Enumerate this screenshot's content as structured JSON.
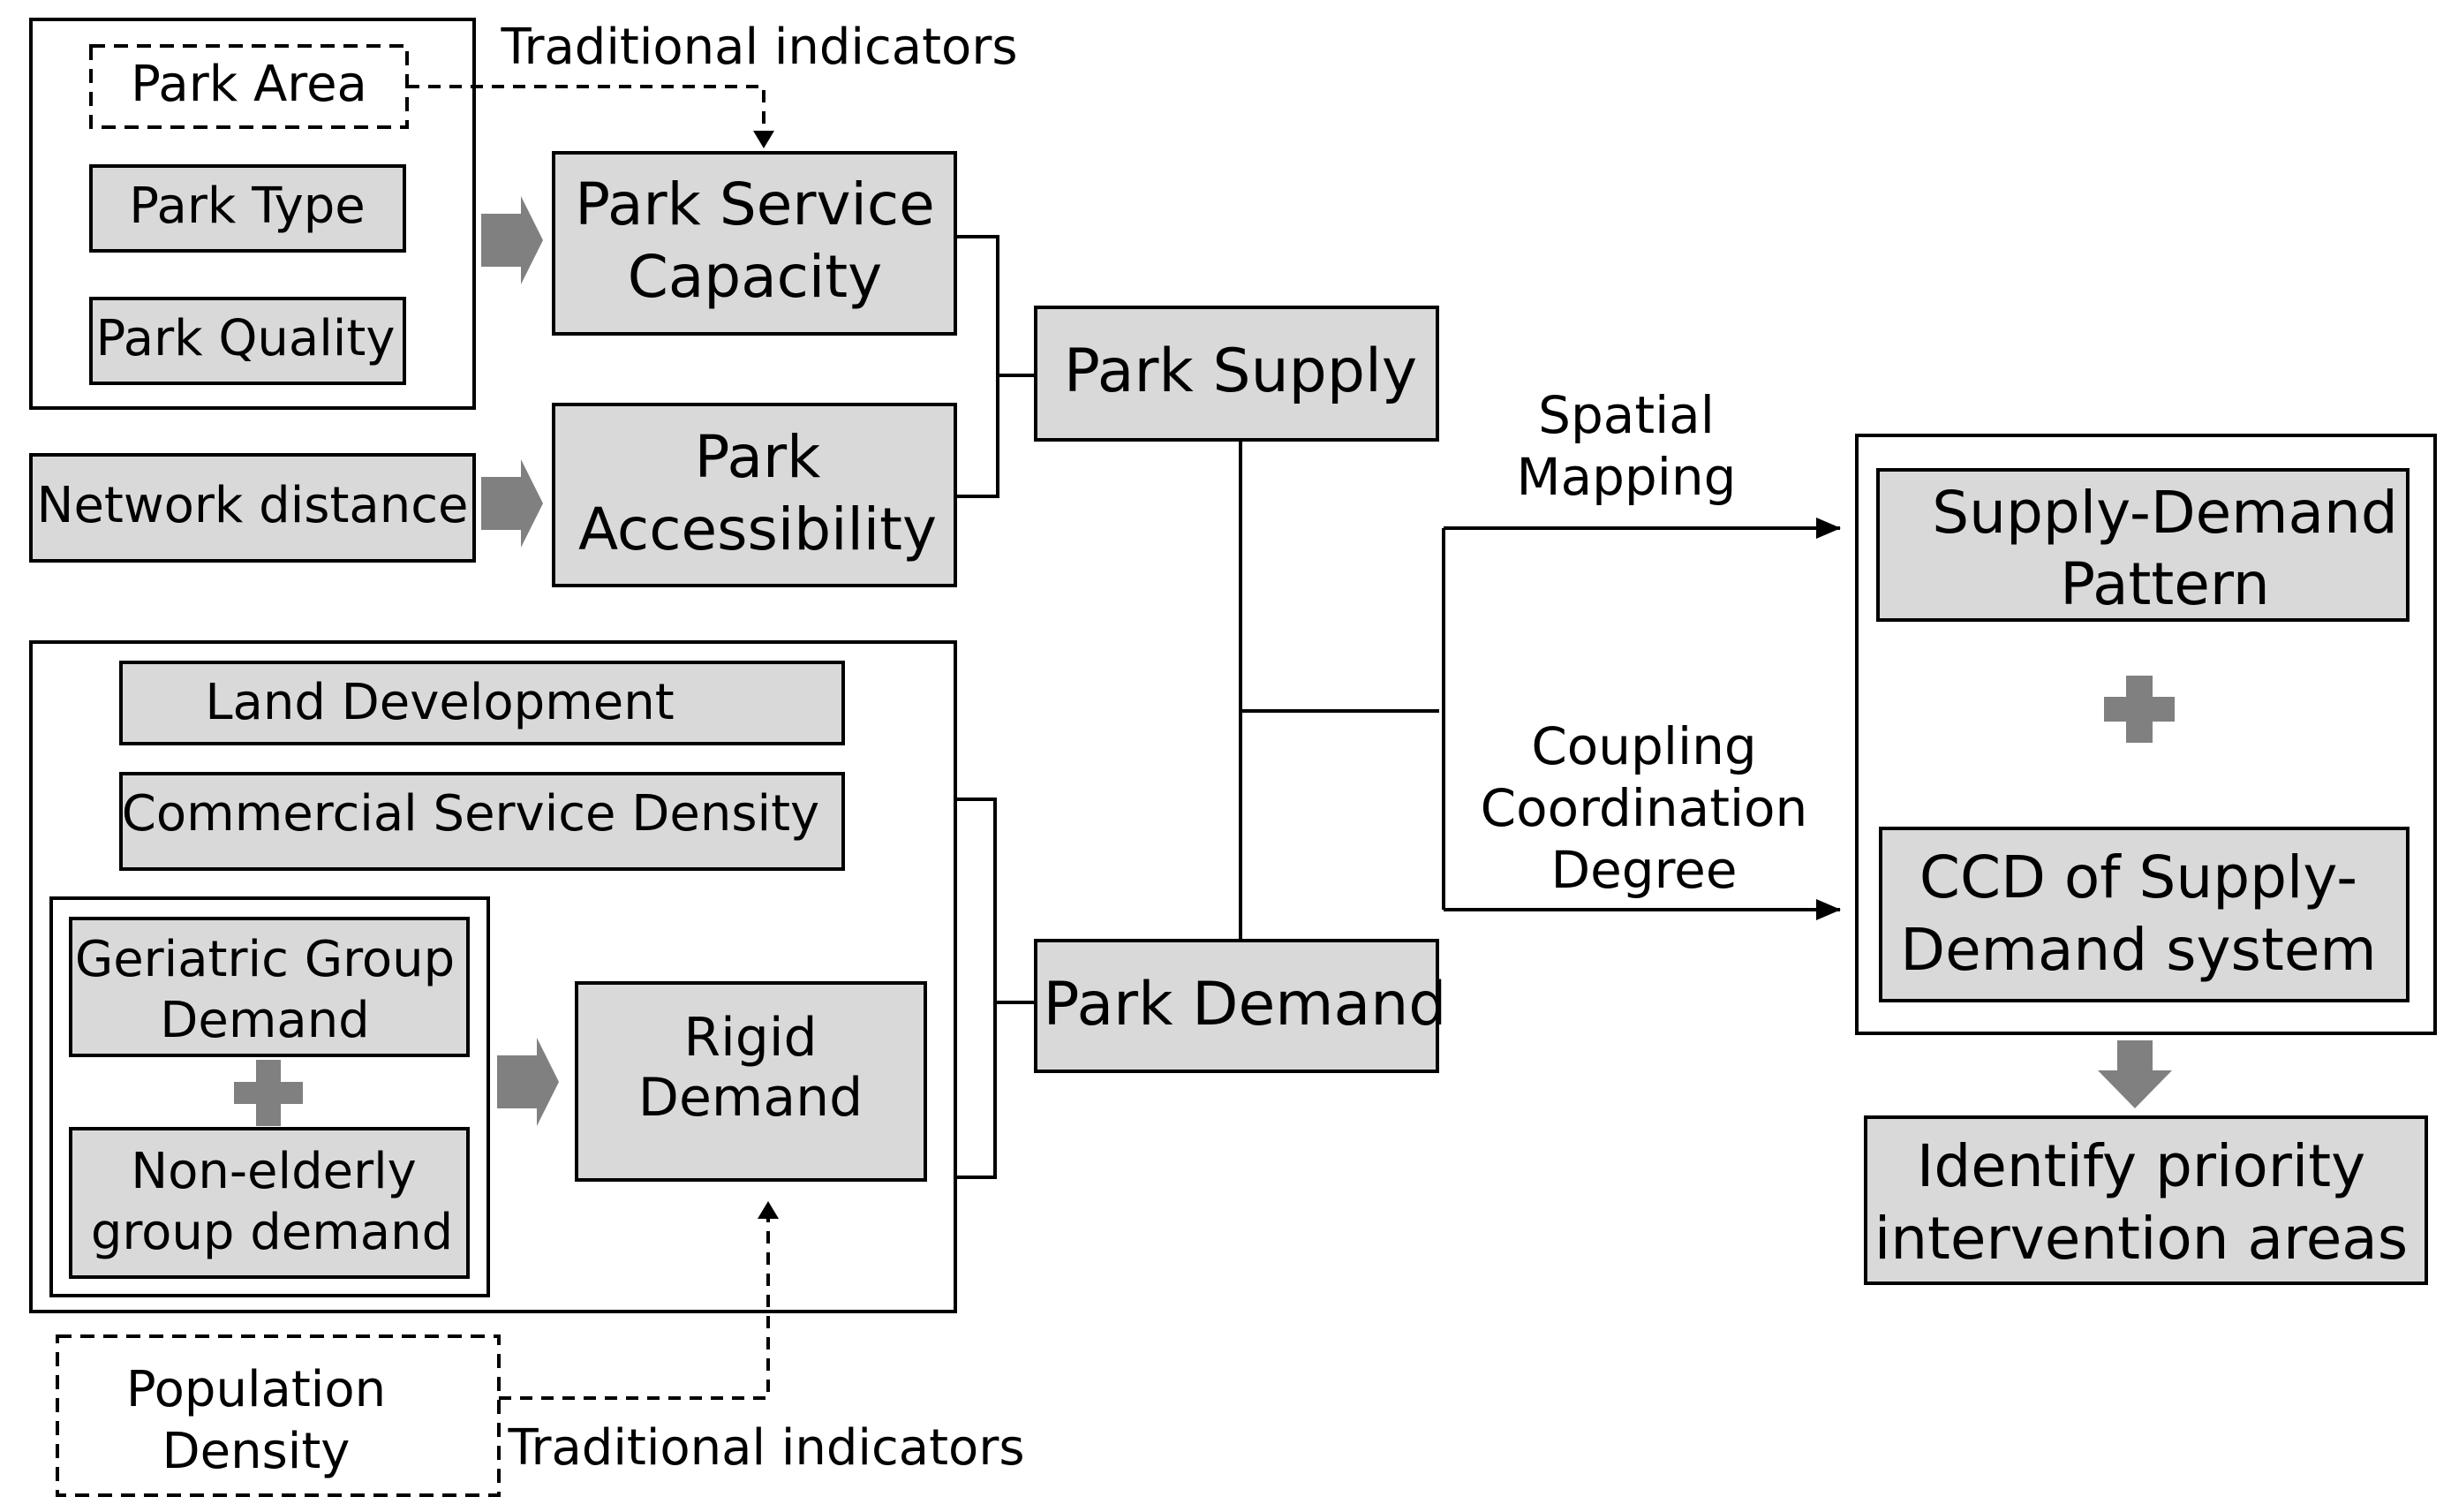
{
  "diagram": {
    "inputs": {
      "park_area": "Park Area",
      "park_type": "Park Type",
      "park_quality": "Park Quality",
      "network_distance": "Network distance",
      "land_development": "Land Development",
      "commercial_service_density": "Commercial Service Density",
      "geriatric_group_demand": [
        "Geriatric Group",
        "Demand"
      ],
      "non_elderly_group_demand": [
        "Non-elderly",
        "group demand"
      ],
      "population_density": [
        "Population",
        "Density"
      ]
    },
    "intermediate": {
      "park_service_capacity": [
        "Park Service",
        "Capacity"
      ],
      "park_accessibility": [
        "Park",
        "Accessibility"
      ],
      "rigid_demand": [
        "Rigid",
        "Demand"
      ]
    },
    "core": {
      "park_supply": "Park Supply",
      "park_demand": "Park Demand"
    },
    "methods": {
      "spatial_mapping": [
        "Spatial",
        "Mapping"
      ],
      "ccd": [
        "Coupling",
        "Coordination",
        "Degree"
      ]
    },
    "outputs": {
      "supply_demand_pattern": [
        "Supply-Demand",
        "Pattern"
      ],
      "ccd_system": [
        "CCD of Supply-",
        "Demand system"
      ],
      "priority_areas": [
        "Identify priority",
        "intervention areas"
      ]
    },
    "annotations": {
      "traditional_top": "Traditional indicators",
      "traditional_bottom": "Traditional indicators"
    }
  }
}
